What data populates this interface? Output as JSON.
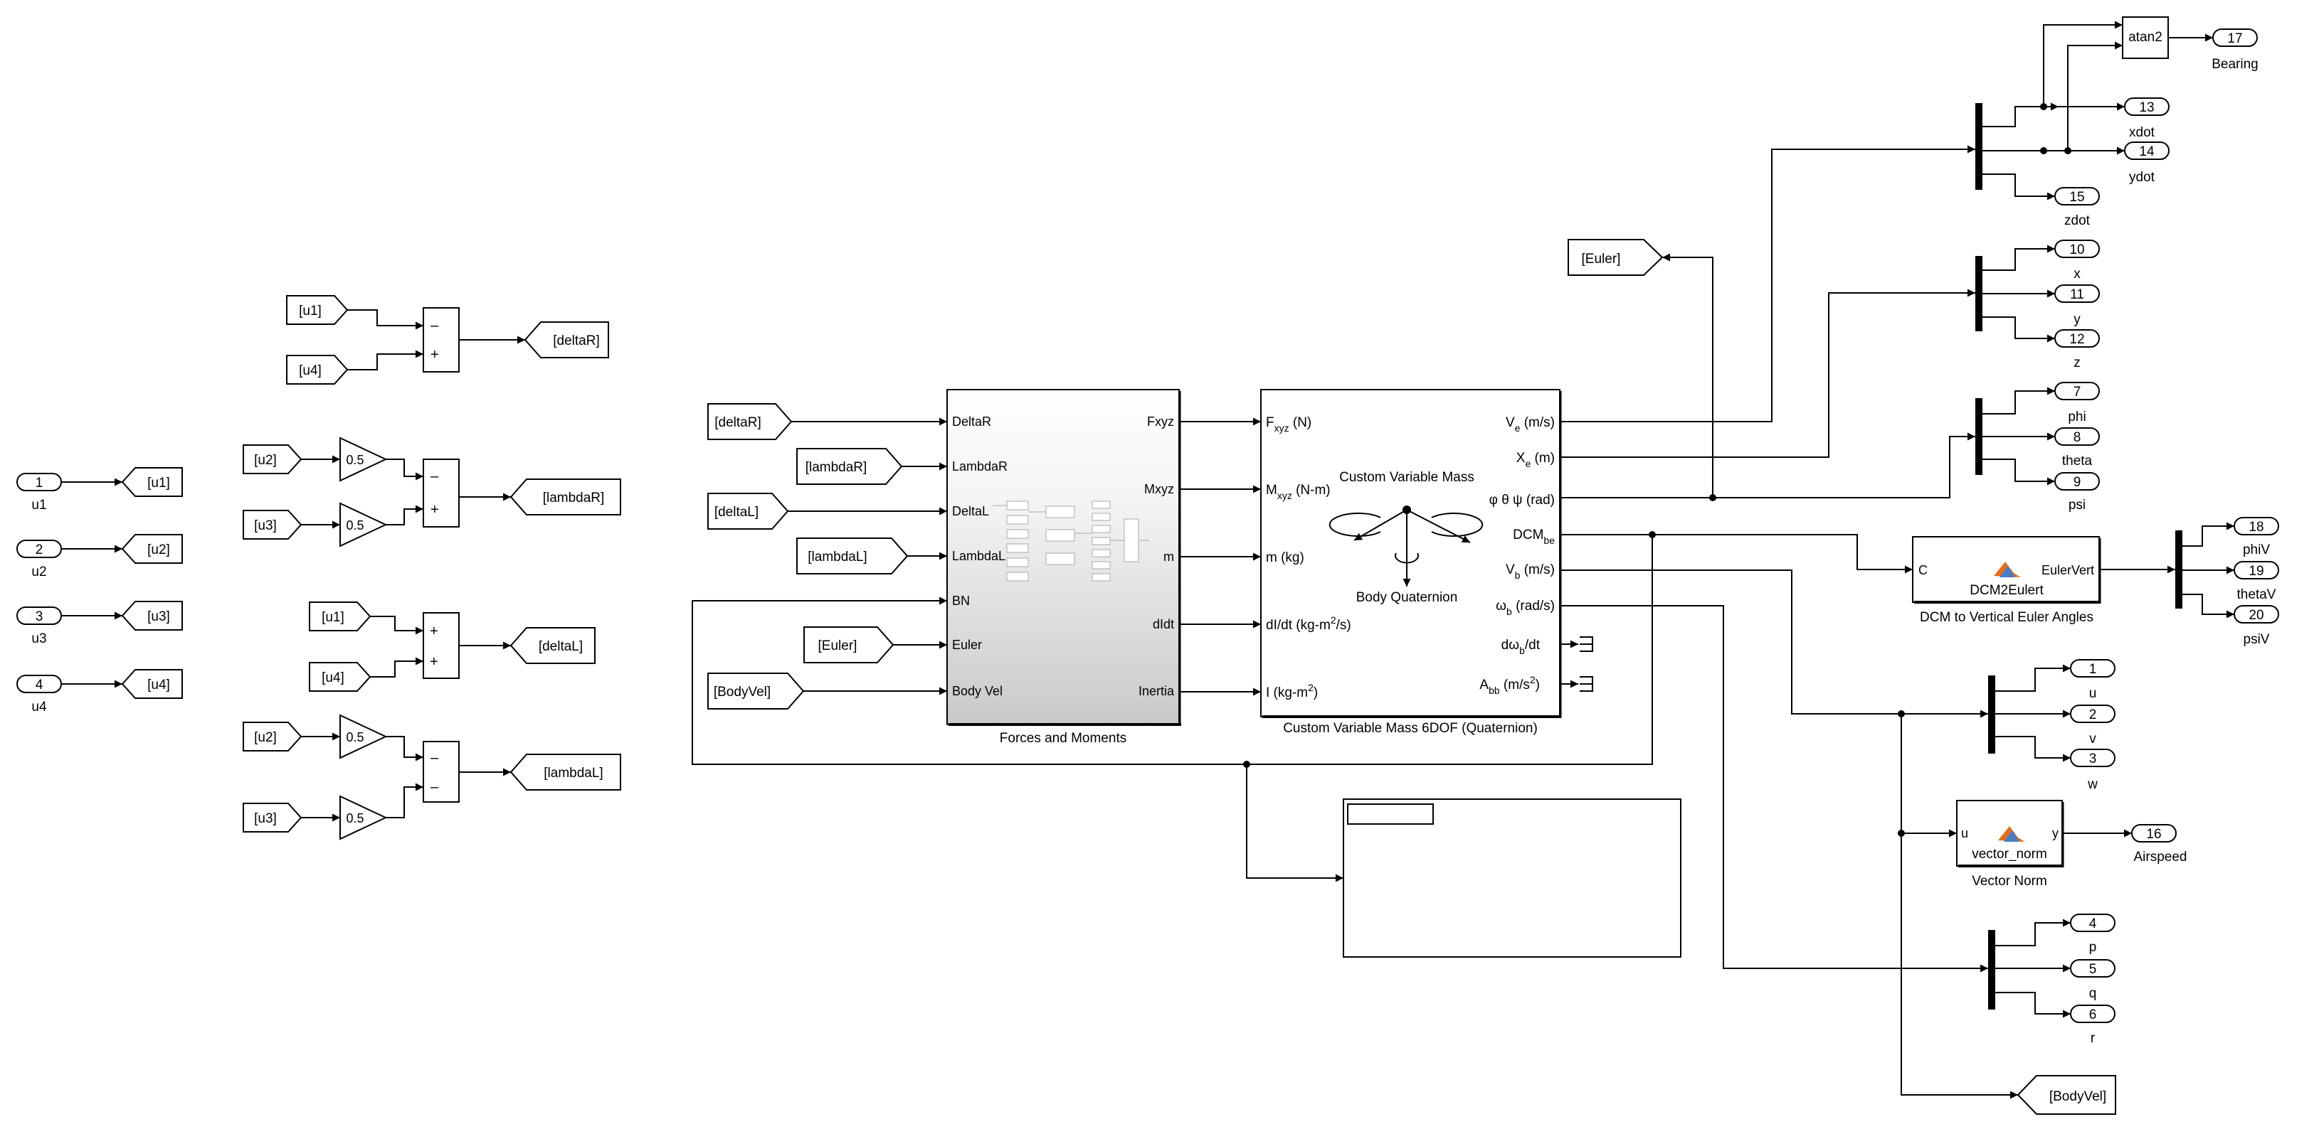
{
  "inports": [
    {
      "num": "1",
      "name": "u1"
    },
    {
      "num": "2",
      "name": "u2"
    },
    {
      "num": "3",
      "name": "u3"
    },
    {
      "num": "4",
      "name": "u4"
    }
  ],
  "goto_tags": {
    "u1": "[u1]",
    "u2": "[u2]",
    "u3": "[u3]",
    "u4": "[u4]",
    "deltaR": "[deltaR]",
    "lambdaR": "[lambdaR]",
    "deltaL": "[deltaL]",
    "lambdaL": "[lambdaL]",
    "euler": "[Euler]",
    "bodyvel": "[BodyVel]"
  },
  "gain_value": "0.5",
  "sum_signs": {
    "deltaR": [
      "–",
      "+"
    ],
    "lambdaR": [
      "–",
      "+"
    ],
    "deltaL": [
      "+",
      "+"
    ],
    "lambdaL": [
      "–",
      "–"
    ]
  },
  "forces_block": {
    "name": "Forces and Moments",
    "inputs": [
      "DeltaR",
      "LambdaR",
      "DeltaL",
      "LambdaL",
      "BN",
      "Euler",
      "Body Vel"
    ],
    "outputs": [
      "Fxyz",
      "Mxyz",
      "m",
      "dIdt",
      "Inertia"
    ]
  },
  "sixdof_block": {
    "name": "Custom Variable Mass 6DOF (Quaternion)",
    "icon_title": "Custom Variable Mass",
    "icon_caption": "Body Quaternion",
    "inputs": [
      {
        "main": "F",
        "sub": "xyz",
        "rest": " (N)"
      },
      {
        "main": "M",
        "sub": "xyz",
        "rest": " (N-m)"
      },
      {
        "main": "m (kg)",
        "sub": "",
        "rest": ""
      },
      {
        "main": "dI/dt (kg-m",
        "sup": "2",
        "rest": "/s)"
      },
      {
        "main": "I (kg-m",
        "sup": "2",
        "rest": ")"
      }
    ],
    "outputs": [
      {
        "main": "V",
        "sub": "e",
        "rest": " (m/s)"
      },
      {
        "main": "X",
        "sub": "e",
        "rest": " (m)"
      },
      {
        "main": "φ θ ψ (rad)",
        "sub": "",
        "rest": ""
      },
      {
        "main": "DCM",
        "sub": "be",
        "rest": ""
      },
      {
        "main": "V",
        "sub": "b",
        "rest": " (m/s)"
      },
      {
        "main": "ω",
        "sub": "b",
        "rest": " (rad/s)"
      },
      {
        "main": "dω",
        "sub": "b",
        "rest": "/dt"
      },
      {
        "main": "A",
        "sub": "bb",
        "rest": " (m/s",
        "sup2": "2",
        "rest2": ")"
      }
    ]
  },
  "dcm_block": {
    "in": "C",
    "out": "EulerVert",
    "name": "DCM2Eulert",
    "caption": "DCM to Vertical Euler Angles"
  },
  "norm_block": {
    "in": "u",
    "out": "y",
    "name": "vector_norm",
    "caption": "Vector Norm"
  },
  "atan_block": {
    "label": "atan2"
  },
  "outports": [
    {
      "num": "17",
      "name": "Bearing"
    },
    {
      "num": "13",
      "name": "xdot"
    },
    {
      "num": "14",
      "name": "ydot"
    },
    {
      "num": "15",
      "name": "zdot"
    },
    {
      "num": "10",
      "name": "x"
    },
    {
      "num": "11",
      "name": "y"
    },
    {
      "num": "12",
      "name": "z"
    },
    {
      "num": "7",
      "name": "phi"
    },
    {
      "num": "8",
      "name": "theta"
    },
    {
      "num": "9",
      "name": "psi"
    },
    {
      "num": "18",
      "name": "phiV"
    },
    {
      "num": "19",
      "name": "thetaV"
    },
    {
      "num": "20",
      "name": "psiV"
    },
    {
      "num": "1",
      "name": "u"
    },
    {
      "num": "2",
      "name": "v"
    },
    {
      "num": "3",
      "name": "w"
    },
    {
      "num": "16",
      "name": "Airspeed"
    },
    {
      "num": "4",
      "name": "p"
    },
    {
      "num": "5",
      "name": "q"
    },
    {
      "num": "6",
      "name": "r"
    }
  ]
}
